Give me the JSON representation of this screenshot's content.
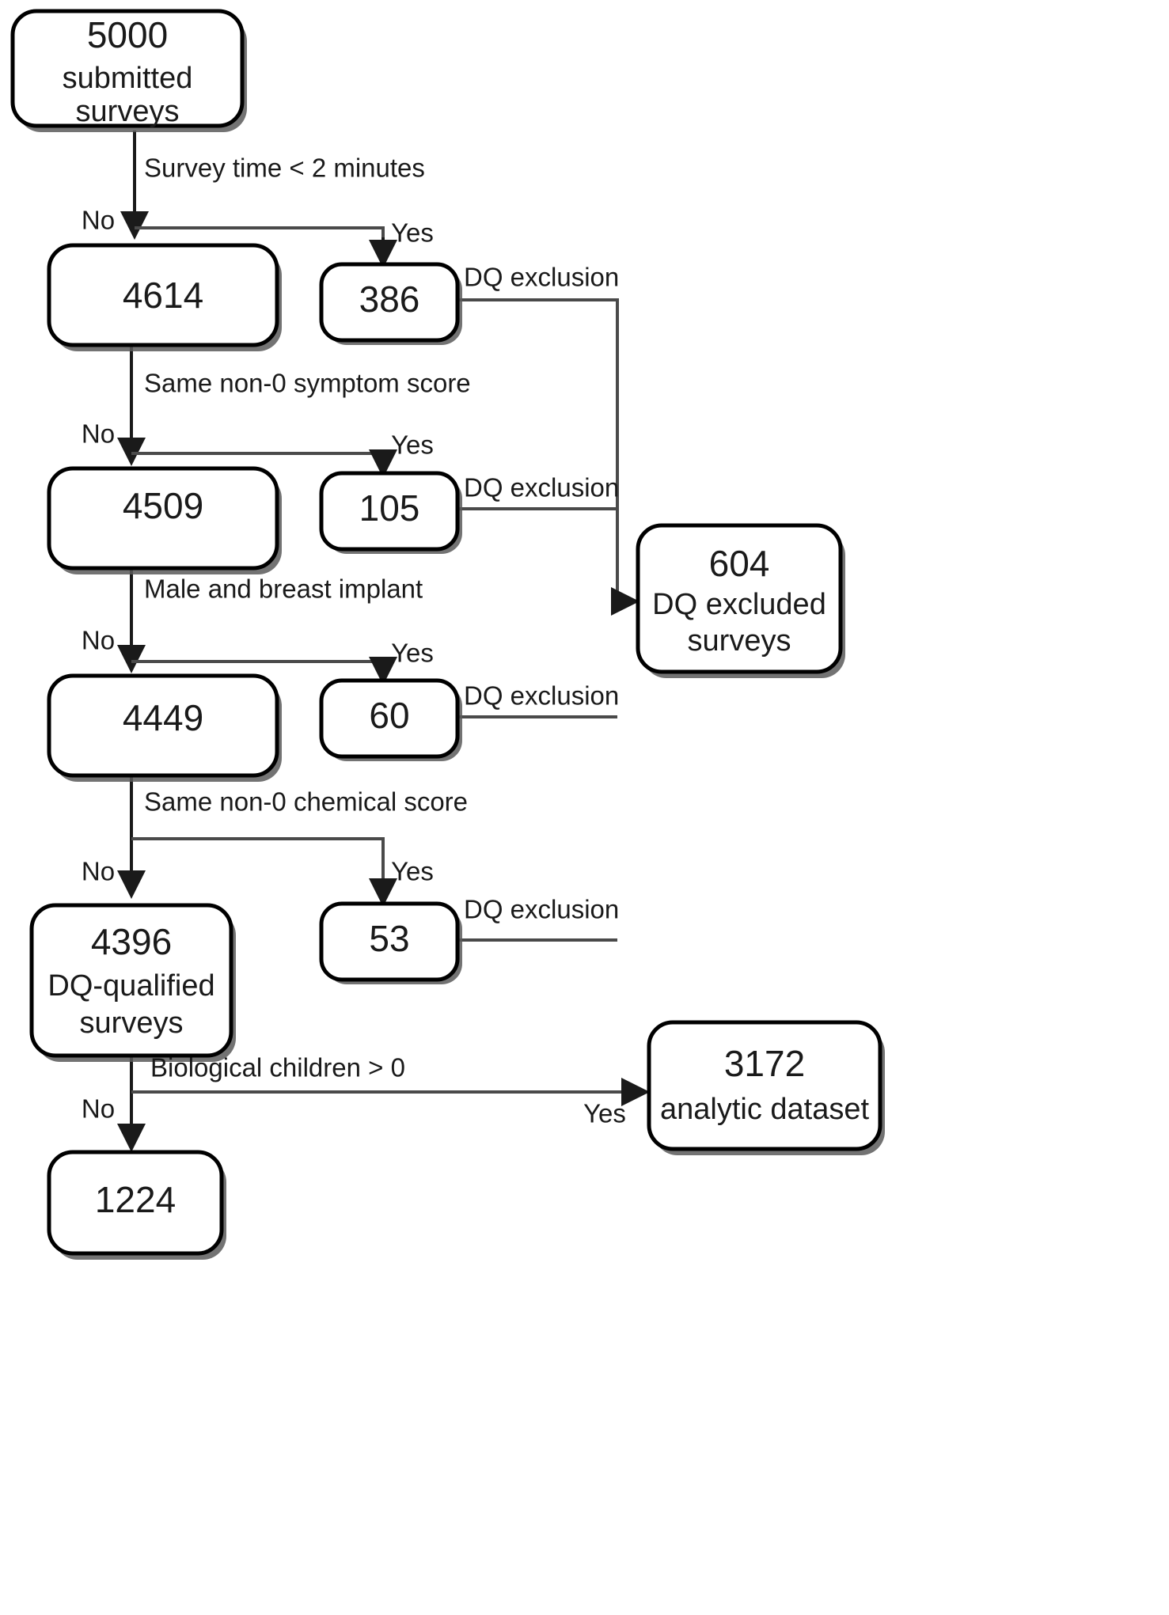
{
  "diagram": {
    "type": "flowchart",
    "title": "Survey data-quality exclusion flowchart",
    "colors": {
      "box_stroke": "#000000",
      "box_fill": "#ffffff",
      "edge": "#4a4a4a",
      "text": "#1a1a1a"
    },
    "nodes": [
      {
        "id": "n5000",
        "number": "5000",
        "line2": "submitted",
        "line3": "surveys"
      },
      {
        "id": "n4614",
        "number": "4614",
        "line2": "",
        "line3": ""
      },
      {
        "id": "n386",
        "number": "386",
        "line2": "",
        "line3": ""
      },
      {
        "id": "n4509",
        "number": "4509",
        "line2": "",
        "line3": ""
      },
      {
        "id": "n105",
        "number": "105",
        "line2": "",
        "line3": ""
      },
      {
        "id": "n604",
        "number": "604",
        "line2": "DQ excluded",
        "line3": "surveys"
      },
      {
        "id": "n4449",
        "number": "4449",
        "line2": "",
        "line3": ""
      },
      {
        "id": "n60",
        "number": "60",
        "line2": "",
        "line3": ""
      },
      {
        "id": "n4396",
        "number": "4396",
        "line2": "DQ-qualified",
        "line3": "surveys"
      },
      {
        "id": "n53",
        "number": "53",
        "line2": "",
        "line3": ""
      },
      {
        "id": "n3172",
        "number": "3172",
        "line2": "analytic dataset",
        "line3": ""
      },
      {
        "id": "n1224",
        "number": "1224",
        "line2": "",
        "line3": ""
      }
    ],
    "decisions": [
      {
        "id": "d1",
        "condition": "Survey time < 2 minutes",
        "no": "No",
        "yes": "Yes"
      },
      {
        "id": "d2",
        "condition": "Same non-0 symptom score",
        "no": "No",
        "yes": "Yes"
      },
      {
        "id": "d3",
        "condition": "Male and breast implant",
        "no": "No",
        "yes": "Yes"
      },
      {
        "id": "d4",
        "condition": "Same non-0 chemical score",
        "no": "No",
        "yes": "Yes"
      },
      {
        "id": "d5",
        "condition": "Biological children > 0",
        "no": "No",
        "yes": "Yes"
      }
    ],
    "exclusion_labels": [
      {
        "id": "x1",
        "text": "DQ exclusion"
      },
      {
        "id": "x2",
        "text": "DQ exclusion"
      },
      {
        "id": "x3",
        "text": "DQ exclusion"
      },
      {
        "id": "x4",
        "text": "DQ exclusion"
      }
    ]
  },
  "chart_data": {
    "type": "diagram",
    "title": "Survey data-quality exclusion flowchart",
    "flow": [
      {
        "from": "5000 submitted surveys",
        "condition": "Survey time < 2 minutes",
        "no": "4614",
        "yes": "386"
      },
      {
        "from": "4614",
        "condition": "Same non-0 symptom score",
        "no": "4509",
        "yes": "105"
      },
      {
        "from": "4509",
        "condition": "Male and breast implant",
        "no": "4449",
        "yes": "60"
      },
      {
        "from": "4449",
        "condition": "Same non-0 chemical score",
        "no": "4396 DQ-qualified surveys",
        "yes": "53"
      },
      {
        "from": "4396 DQ-qualified surveys",
        "condition": "Biological children > 0",
        "no": "1224",
        "yes": "3172 analytic dataset"
      }
    ],
    "excluded_total": 604,
    "excluded_parts": [
      386,
      105,
      60,
      53
    ],
    "final_analytic_dataset": 3172
  }
}
